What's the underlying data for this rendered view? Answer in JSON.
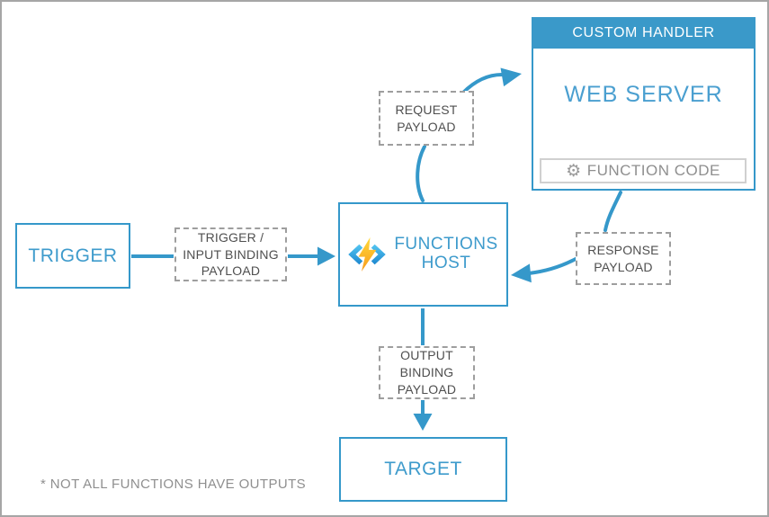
{
  "diagram": {
    "kind": "azure-functions-custom-handler-flow",
    "colors": {
      "accent_blue": "#3598ca",
      "header_blue": "#3a99c9",
      "node_text_blue": "#3e9bcc",
      "web_server_blue": "#4a9fd0",
      "dash_border_gray": "#9e9e9e",
      "dash_text_gray": "#4f4f4f",
      "muted_gray": "#8f8f8f",
      "bolt_yellow": "#ffd93b",
      "bolt_orange": "#f89b1c"
    },
    "nodes": {
      "trigger": {
        "label": "TRIGGER"
      },
      "trigger_payload": {
        "label": "TRIGGER /\nINPUT BINDING\nPAYLOAD"
      },
      "functions_host": {
        "label": "FUNCTIONS\nHOST",
        "icon": "azure-functions-icon"
      },
      "request_payload": {
        "label": "REQUEST\nPAYLOAD"
      },
      "custom_handler": {
        "header": "CUSTOM HANDLER",
        "body": "WEB SERVER",
        "footer": "FUNCTION CODE",
        "footer_icon": "gear-icon"
      },
      "response_payload": {
        "label": "RESPONSE\nPAYLOAD"
      },
      "output_payload": {
        "label": "OUTPUT\nBINDING\nPAYLOAD"
      },
      "target": {
        "label": "TARGET"
      }
    },
    "edges": [
      {
        "from": "trigger",
        "via": "trigger_payload",
        "to": "functions_host"
      },
      {
        "from": "functions_host",
        "via": "request_payload",
        "to": "custom_handler"
      },
      {
        "from": "custom_handler",
        "via": "response_payload",
        "to": "functions_host"
      },
      {
        "from": "functions_host",
        "via": "output_payload",
        "to": "target"
      }
    ],
    "note": "* NOT ALL FUNCTIONS HAVE OUTPUTS",
    "gear_glyph": "⚙"
  }
}
